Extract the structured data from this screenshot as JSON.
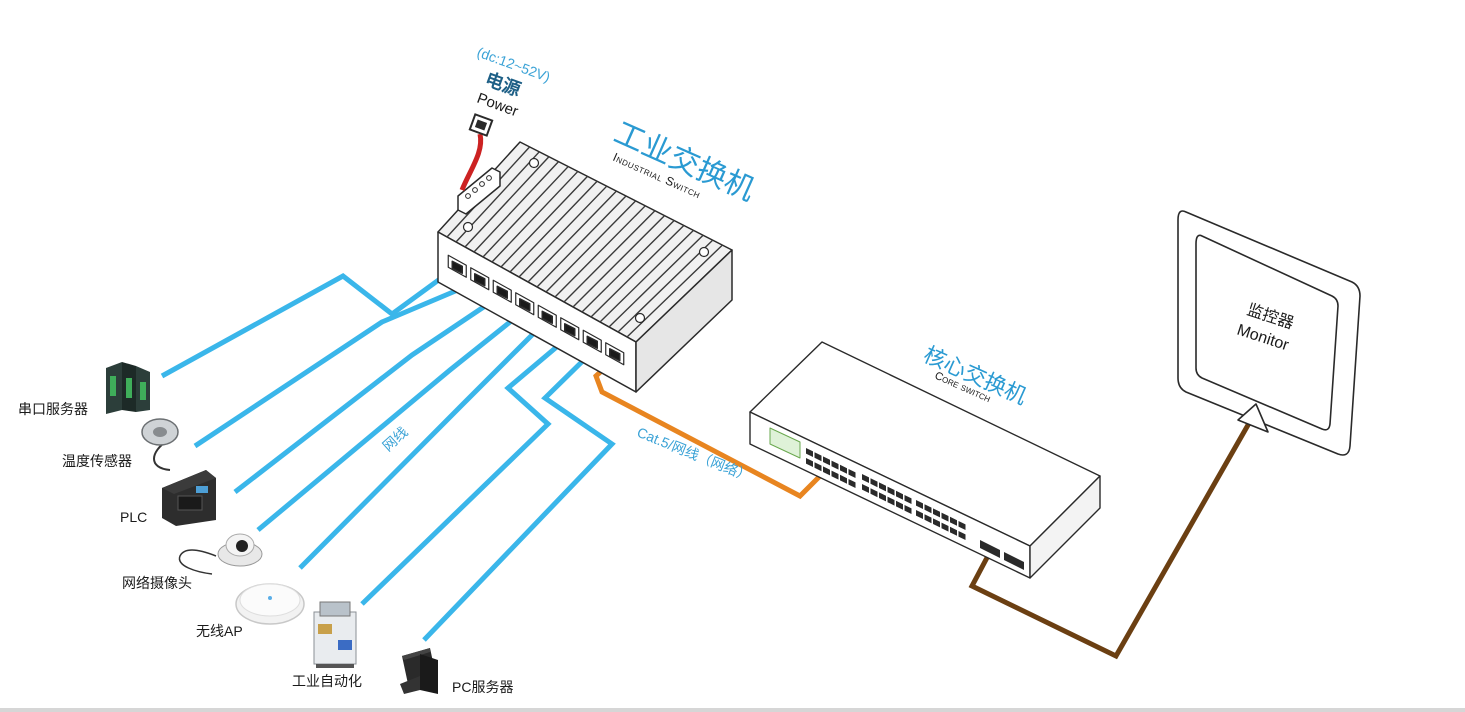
{
  "switch": {
    "title": "工业交换机",
    "subtitle": "Industrial Switch",
    "port_count": 8
  },
  "power": {
    "voltage": "(dc:12~52V)",
    "cn": "电源",
    "en": "Power"
  },
  "core_switch": {
    "title": "核心交换机",
    "subtitle": "Core switch"
  },
  "monitor": {
    "cn": "监控器",
    "en": "Monitor"
  },
  "cables": {
    "network_label": "网线",
    "cat5_label": "Cat.5/网线（网络）"
  },
  "devices": [
    {
      "id": "serial-server",
      "label": "串口服务器"
    },
    {
      "id": "temperature-sensor",
      "label": "温度传感器"
    },
    {
      "id": "plc",
      "label": "PLC"
    },
    {
      "id": "network-camera",
      "label": "网络摄像头"
    },
    {
      "id": "wireless-ap",
      "label": "无线AP"
    },
    {
      "id": "industrial-automation",
      "label": "工业自动化"
    },
    {
      "id": "pc-server",
      "label": "PC服务器"
    }
  ],
  "colors": {
    "network_cable": "#3ab6ea",
    "cat5_cable": "#e88520",
    "monitor_cable": "#6b3f12",
    "power_cable": "#cc2222",
    "label_blue": "#3aa2d6",
    "title_blue": "#2a9ad2",
    "outline": "#2a2a2a"
  }
}
